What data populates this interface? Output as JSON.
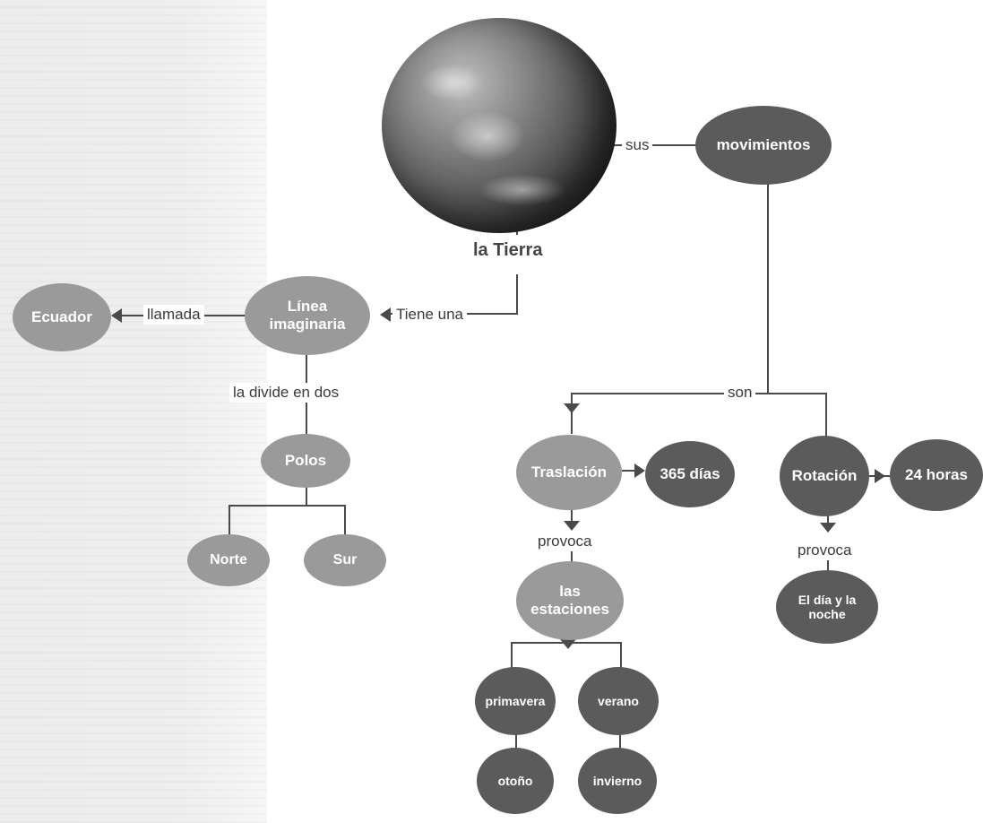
{
  "concept_map": {
    "center_label": "la Tierra",
    "nodes": {
      "movimientos": "movimientos",
      "linea": "Línea imaginaria",
      "ecuador": "Ecuador",
      "polos": "Polos",
      "norte": "Norte",
      "sur": "Sur",
      "traslacion": "Traslación",
      "dias365": "365 días",
      "rotacion": "Rotación",
      "horas24": "24 horas",
      "estaciones": "las estaciones",
      "primavera": "primavera",
      "verano": "verano",
      "otono": "otoño",
      "invierno": "invierno",
      "dia_noche": "El día y la noche"
    },
    "links": {
      "sus": "sus",
      "tiene_una": "Tiene una",
      "llamada": "llamada",
      "la_divide": "la divide en dos",
      "son": "son",
      "provoca_traslacion": "provoca",
      "provoca_rotacion": "provoca"
    },
    "colors": {
      "light_node": "#9a9a9a",
      "dark_node": "#5b5b5b",
      "line": "#4a4a4a"
    },
    "image": "earth-globe"
  }
}
